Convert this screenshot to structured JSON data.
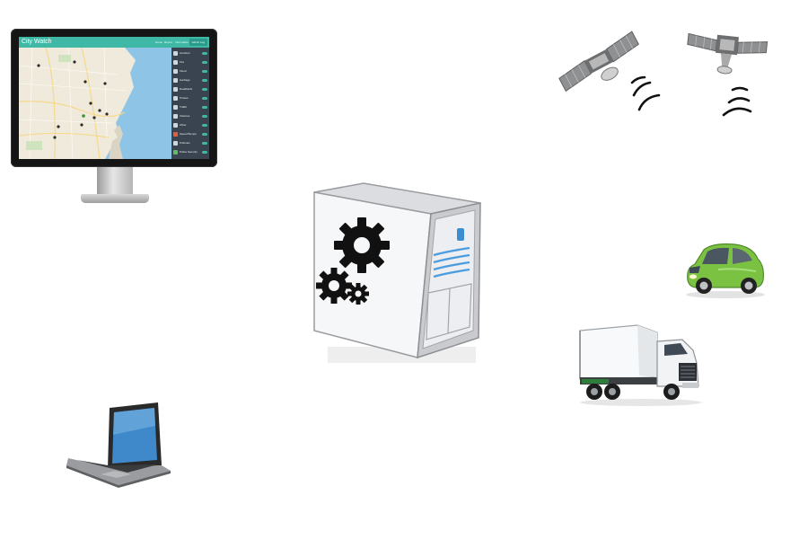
{
  "monitor_app": {
    "title": "City Watch",
    "nav": [
      "Home",
      "Report",
      "Information"
    ],
    "login_button": "Admin Log",
    "sidebar": [
      "Accident",
      "Fire",
      "Flood",
      "Garbage",
      "Roadblock",
      "Protest",
      "Traffic",
      "Violence",
      "Other",
      "Speed Bumps",
      "Potholes",
      "Police Security"
    ],
    "colors": {
      "header": "#3fb8a6",
      "sidebar": "#3a4450",
      "map_land": "#efeadb",
      "map_sea": "#8ec5e6"
    }
  },
  "icons": {
    "monitor": "desktop-monitor-icon",
    "server": "server-with-gears-icon",
    "satellite_left": "satellite-icon",
    "satellite_right": "satellite-icon",
    "car": "green-car-icon",
    "truck": "truck-icon",
    "laptop": "laptop-icon"
  }
}
